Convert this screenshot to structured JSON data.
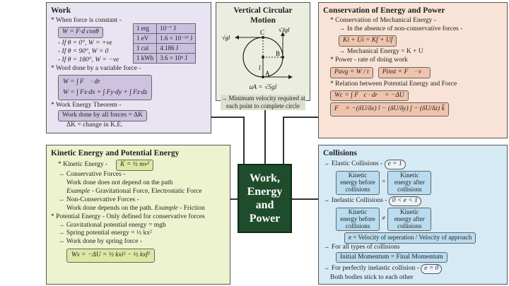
{
  "center": {
    "title": "Work, Energy and Power"
  },
  "work": {
    "title": "Work",
    "l1": "* When force is constant -",
    "f1": "W = F·d cosθ",
    "c1": "- If θ = 0°, W = +ve",
    "c2": "- If θ = 90°, W = 0",
    "c3": "- If θ = 180°, W = −ve",
    "units": [
      [
        "1 erg",
        "10⁻⁷ J"
      ],
      [
        "1 eV",
        "1.6 × 10⁻¹⁹ J"
      ],
      [
        "1 cal",
        "4.186 J"
      ],
      [
        "1 kWh",
        "3.6 × 10⁶ J"
      ]
    ],
    "l2": "* Word done by a variable force -",
    "f2a": "W = ∫ F⃗ · dr⃗",
    "f2b": "W = ∫ Fx·dx + ∫ Fy·dy + ∫ Fz·dz",
    "l3": "* Work Energy Theorem -",
    "f3": "Work done by all forces = ΔK",
    "l4": "ΔK = change in K.E."
  },
  "vcm": {
    "title": "Vertical Circular Motion",
    "vc": "√gl",
    "vb": "√3gl",
    "va": "uA = √5gl",
    "pc": "C",
    "pb": "B",
    "pa": "A",
    "l": "l",
    "note": "→ Minimum velocity required at each point to complete circle"
  },
  "cons": {
    "title": "Conservation of Energy and Power",
    "l1": "* Conservation of Mechanical Energy -",
    "l2": "→ In the absence of non-conservative forces -",
    "f1": "Ki + Ui = Kf + Uf",
    "l3": "→ Mechanical Energy = K + U",
    "l4": "* Power - rate of doing work",
    "f2": "Pavg = W / t",
    "f3": "Pinst = F⃗ · v⃗",
    "l5": "* Relation between Potential Energy and Force",
    "f4": "Wc = ∫ F⃗c · dr⃗ = −ΔU",
    "f5": "F⃗ = −(δU/δx) î − (δU/δy) ĵ − (δU/δz) k̂"
  },
  "ke": {
    "title": "Kinetic Energy and Potential Energy",
    "l1": "* Kinetic Energy -",
    "f1": "K = ½ mv²",
    "l2": "→ Conservative Forces -",
    "l3": "Work done does not depend on the path",
    "l4a": "Example",
    "l4b": " - Gravitational Force, Electrostatic Force",
    "l5": "→ Non-Conservative Forces -",
    "l6a": "Work done depends on the path. ",
    "l6b": "Example",
    "l6c": " - Friction",
    "l7": "* Potential Energy - Only defined for conservative forces",
    "l8": "→ Gravitational potential energy = mgh",
    "l9": "→ Spring potential energy = ½ kx²",
    "l10": "→ Work done by spring force -",
    "f2": "Ws = −ΔU = ½ kxi² − ½ kxf²"
  },
  "col": {
    "title": "Collisions",
    "l1": "→ Elastic Collisions -",
    "e1": "e = 1",
    "kb": "Kinetic energy before collisions",
    "ka": "Kinetic energy after collisions",
    "eq": "=",
    "l2": "→ Inelastic Collisions -",
    "e2": "0 < e < 1",
    "neq": "≠",
    "fe": "e = Velocity of seperation / Velocity of approach",
    "l3": "→ For all types of collisions",
    "fm": "Initial Momentum = Final Momentum",
    "l4": "→ For perfectly inelastic collision -",
    "e3": "e = 0",
    "l5": "Both bodies stick to each other"
  }
}
